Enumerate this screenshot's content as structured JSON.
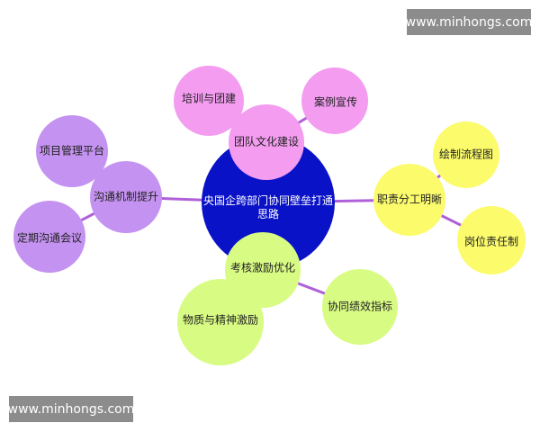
{
  "watermark": {
    "top": "www.minhongs.com",
    "bottom": "www.minhongs.com"
  },
  "center": {
    "label": "央国企跨部门协同壁垒打通思路",
    "color": "#0a12c8"
  },
  "colors": {
    "pink": "#f39cf0",
    "purple": "#c492f0",
    "yellow": "#fbfb6c",
    "green": "#d8fb84",
    "line": "#b060d8"
  },
  "branches": {
    "team": {
      "label": "团队文化建设",
      "children": [
        "培训与团建",
        "案例宣传"
      ]
    },
    "comm": {
      "label": "沟通机制提升",
      "children": [
        "项目管理平台",
        "定期沟通会议"
      ]
    },
    "duty": {
      "label": "职责分工明晰",
      "children": [
        "绘制流程图",
        "岗位责任制"
      ]
    },
    "assess": {
      "label": "考核激励优化",
      "children": [
        "物质与精神激励",
        "协同绩效指标"
      ]
    }
  }
}
